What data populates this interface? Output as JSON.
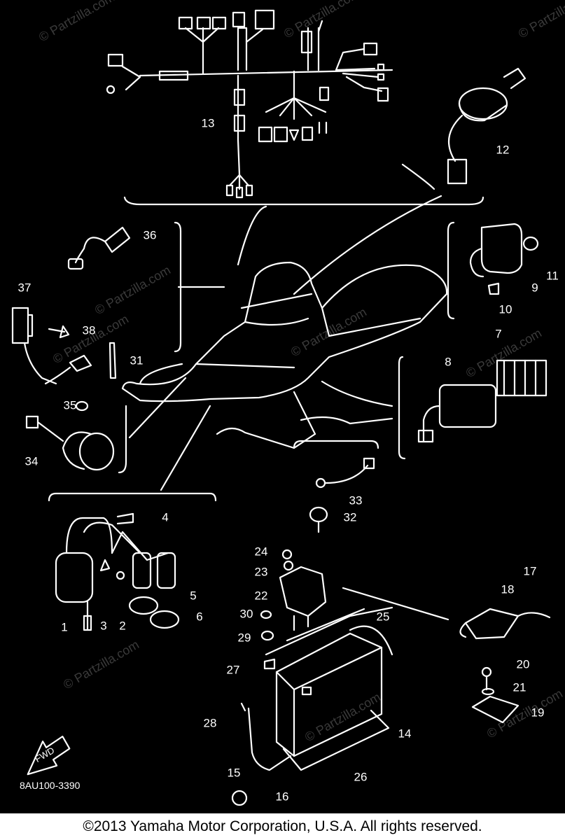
{
  "diagram": {
    "part_numbers": [
      "1",
      "2",
      "3",
      "4",
      "5",
      "6",
      "7",
      "8",
      "9",
      "10",
      "11",
      "12",
      "13",
      "14",
      "15",
      "16",
      "17",
      "18",
      "19",
      "20",
      "21",
      "22",
      "23",
      "24",
      "25",
      "26",
      "27",
      "28",
      "29",
      "30",
      "31",
      "32",
      "33",
      "34",
      "35",
      "36",
      "37",
      "38"
    ],
    "direction_label": "FWD",
    "code": "8AU100-3390",
    "watermark": "© Partzilla.com"
  },
  "footer": {
    "copyright": "©2013  Yamaha Motor Corporation, U.S.A. All rights reserved."
  },
  "colors": {
    "background": "#000000",
    "line": "#ffffff",
    "footer_bg": "#ffffff"
  }
}
